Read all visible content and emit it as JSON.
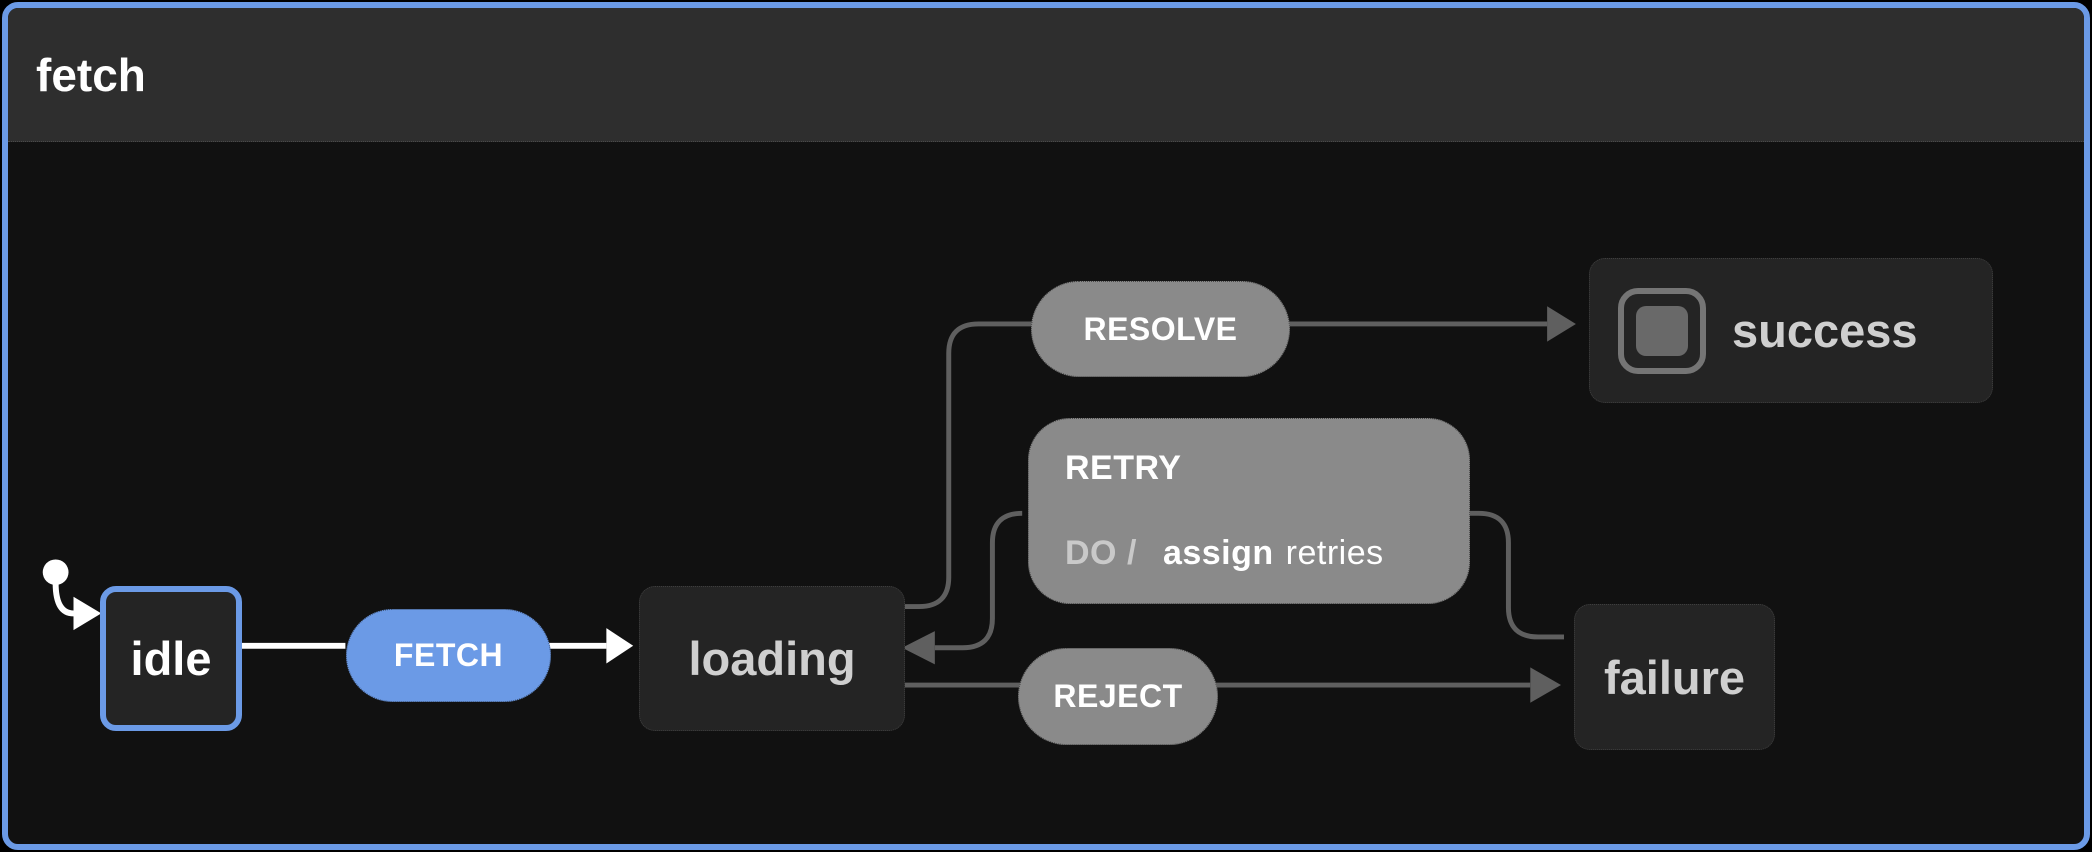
{
  "machine": {
    "title": "fetch"
  },
  "colors": {
    "selection_blue": "#6b9ae6",
    "canvas_bg": "#111111",
    "header_bg": "#2e2e2e",
    "state_bg": "#242424",
    "state_text": "#cfcfcf",
    "event_pill_bg": "#8a8a8a",
    "event_text": "#ffffff",
    "edge_gray": "#5f5f5f",
    "edge_white": "#ffffff",
    "action_keyword": "#c9c9c9",
    "final_icon": "#757575"
  },
  "states": [
    {
      "id": "idle",
      "label": "idle",
      "initial": true,
      "selected": true
    },
    {
      "id": "loading",
      "label": "loading"
    },
    {
      "id": "success",
      "label": "success",
      "final": true
    },
    {
      "id": "failure",
      "label": "failure"
    }
  ],
  "events": {
    "fetch": {
      "label": "FETCH"
    },
    "resolve": {
      "label": "RESOLVE"
    },
    "retry": {
      "label": "RETRY",
      "action": {
        "keyword": "DO",
        "separator": "/",
        "name": "assign",
        "arg": "retries"
      }
    },
    "reject": {
      "label": "REJECT"
    }
  },
  "transitions": [
    {
      "from": "idle",
      "event": "FETCH",
      "to": "loading"
    },
    {
      "from": "loading",
      "event": "RESOLVE",
      "to": "success"
    },
    {
      "from": "loading",
      "event": "REJECT",
      "to": "failure"
    },
    {
      "from": "failure",
      "event": "RETRY",
      "to": "loading",
      "action": "assign retries"
    }
  ]
}
